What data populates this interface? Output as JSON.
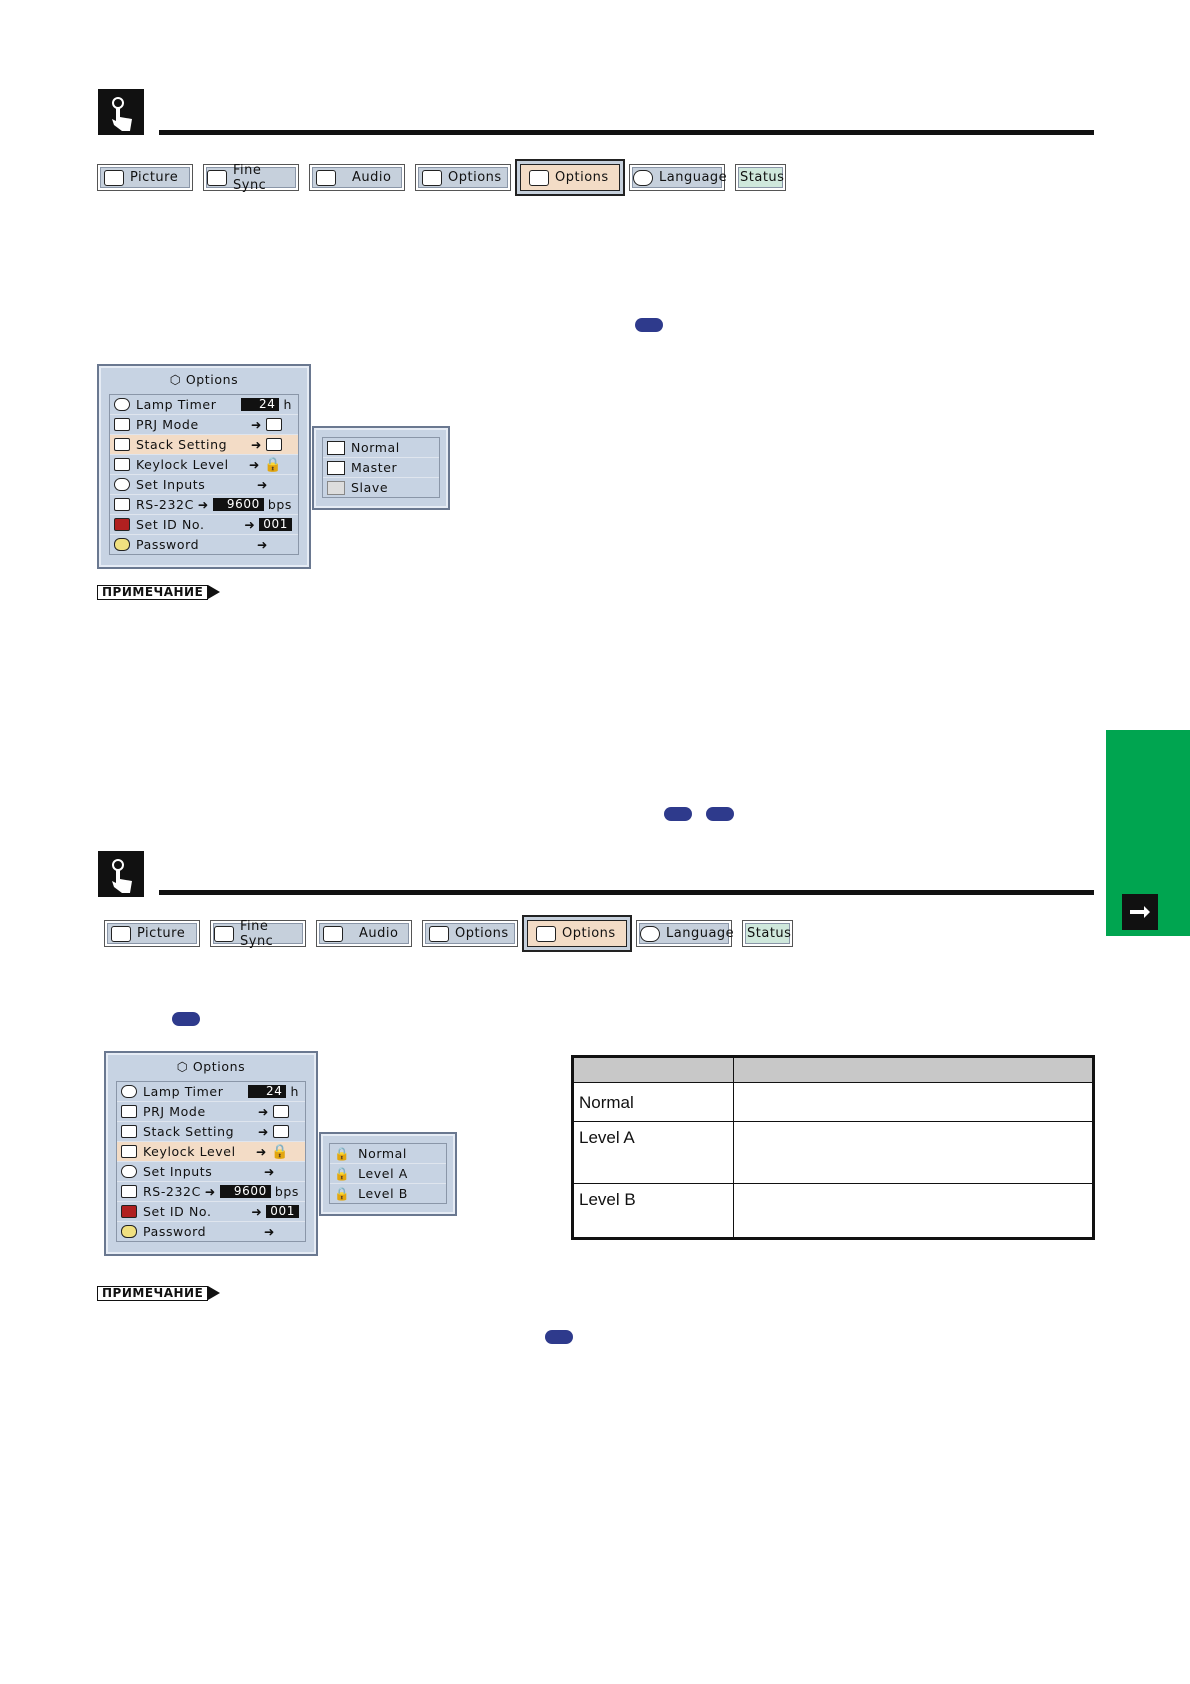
{
  "sections": [
    {
      "tabs": [
        "Picture",
        "Fine Sync",
        "Audio",
        "Options",
        "Options",
        "Language",
        "Status"
      ],
      "active_tab": 4,
      "menu": {
        "title": "Options",
        "rows": [
          {
            "label": "Lamp Timer",
            "value": "24",
            "unit": "h",
            "icon": "lamp-timer-icon"
          },
          {
            "label": "PRJ Mode",
            "icon": "prj-mode-icon"
          },
          {
            "label": "Stack Setting",
            "icon": "stack-setting-icon"
          },
          {
            "label": "Keylock Level",
            "icon": "keylock-icon"
          },
          {
            "label": "Set Inputs",
            "icon": "set-inputs-icon"
          },
          {
            "label": "RS-232C",
            "value": "9600",
            "unit": "bps",
            "icon": "rs232c-icon"
          },
          {
            "label": "Set ID No.",
            "value": "001",
            "icon": "set-id-icon"
          },
          {
            "label": "Password",
            "icon": "password-icon"
          }
        ],
        "selected_row": 2
      },
      "submenu": [
        "Normal",
        "Master",
        "Slave"
      ],
      "note_label": "ПРИМЕЧАНИЕ"
    },
    {
      "tabs": [
        "Picture",
        "Fine Sync",
        "Audio",
        "Options",
        "Options",
        "Language",
        "Status"
      ],
      "active_tab": 4,
      "menu": {
        "title": "Options",
        "rows": [
          {
            "label": "Lamp Timer",
            "value": "24",
            "unit": "h",
            "icon": "lamp-timer-icon"
          },
          {
            "label": "PRJ Mode",
            "icon": "prj-mode-icon"
          },
          {
            "label": "Stack Setting",
            "icon": "stack-setting-icon"
          },
          {
            "label": "Keylock Level",
            "icon": "keylock-icon"
          },
          {
            "label": "Set Inputs",
            "icon": "set-inputs-icon"
          },
          {
            "label": "RS-232C",
            "value": "9600",
            "unit": "bps",
            "icon": "rs232c-icon"
          },
          {
            "label": "Set ID No.",
            "value": "001",
            "icon": "set-id-icon"
          },
          {
            "label": "Password",
            "icon": "password-icon"
          }
        ],
        "selected_row": 3
      },
      "submenu": [
        "Normal",
        "Level A",
        "Level B"
      ],
      "note_label": "ПРИМЕЧАНИЕ",
      "table": {
        "headers": [
          "",
          ""
        ],
        "rows": [
          "Normal",
          "Level A",
          "Level B"
        ]
      }
    }
  ],
  "colors": {
    "accent_blue": "#2e3a8c",
    "side_tab_green": "#00a550",
    "menu_bg": "#c7d3e3",
    "selected_bg": "#f3dcc6"
  }
}
